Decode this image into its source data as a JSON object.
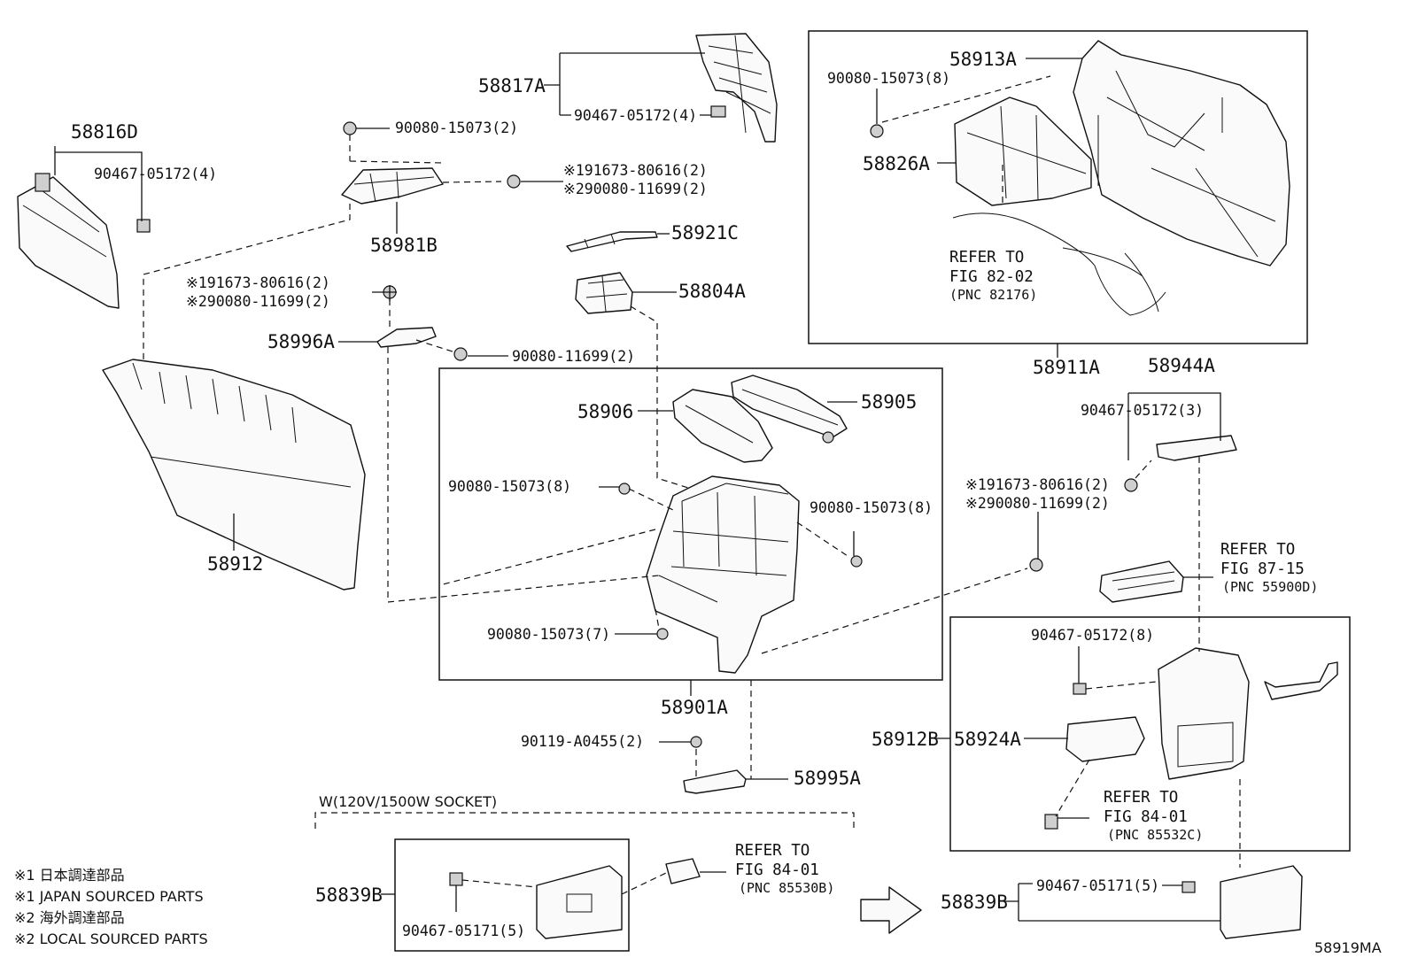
{
  "labels": {
    "p58817A": "58817A",
    "p58816D": "58816D",
    "p58981B": "58981B",
    "p58921C": "58921C",
    "p58804A": "58804A",
    "p58996A": "58996A",
    "p58912": "58912",
    "p58906": "58906",
    "p58905": "58905",
    "p58901A": "58901A",
    "p58995A": "58995A",
    "p58913A": "58913A",
    "p58826A": "58826A",
    "p58911A": "58911A",
    "p58944A": "58944A",
    "p58912B": "58912B",
    "p58924A": "58924A",
    "p58839B_left": "58839B",
    "p58839B_right": "58839B"
  },
  "fasteners": {
    "f_90467_05172_4_top": "90467-05172(4)",
    "f_90467_05172_4_left": "90467-05172(4)",
    "f_90080_15073_2": "90080-15073(2)",
    "f_91673_80616_2_a": "※191673-80616(2)",
    "f_90080_11699_2_a": "※290080-11699(2)",
    "f_91673_80616_2_b": "※191673-80616(2)",
    "f_90080_11699_2_b": "※290080-11699(2)",
    "f_90080_11699_2_c": "90080-11699(2)",
    "f_90080_15073_8_tr": "90080-15073(8)",
    "f_90080_15073_8_l": "90080-15073(8)",
    "f_90080_15073_8_r": "90080-15073(8)",
    "f_90080_15073_7": "90080-15073(7)",
    "f_90119_A0455_2": "90119-A0455(2)",
    "f_90467_05172_3": "90467-05172(3)",
    "f_91673_80616_2_c": "※191673-80616(2)",
    "f_90080_11699_2_d": "※290080-11699(2)",
    "f_90467_05172_8": "90467-05172(8)",
    "f_90467_05171_5_l": "90467-05171(5)",
    "f_90467_05171_5_r": "90467-05171(5)"
  },
  "references": {
    "r1_l1": "REFER TO",
    "r1_l2": "FIG 82-02",
    "r1_l3": "(PNC 82176)",
    "r2_l1": "REFER TO",
    "r2_l2": "FIG 87-15",
    "r2_l3": "(PNC 55900D)",
    "r3_l1": "REFER TO",
    "r3_l2": "FIG 84-01",
    "r3_l3": "(PNC 85532C)",
    "r4_l1": "REFER TO",
    "r4_l2": "FIG 84-01",
    "r4_l3": "(PNC 85530B)"
  },
  "variant_label": "W(120V/1500W SOCKET)",
  "notes": [
    "※1 日本調達部品",
    "※1 JAPAN SOURCED PARTS",
    "※2 海外調達部品",
    "※2 LOCAL SOURCED PARTS"
  ],
  "figure_id": "58919MA"
}
